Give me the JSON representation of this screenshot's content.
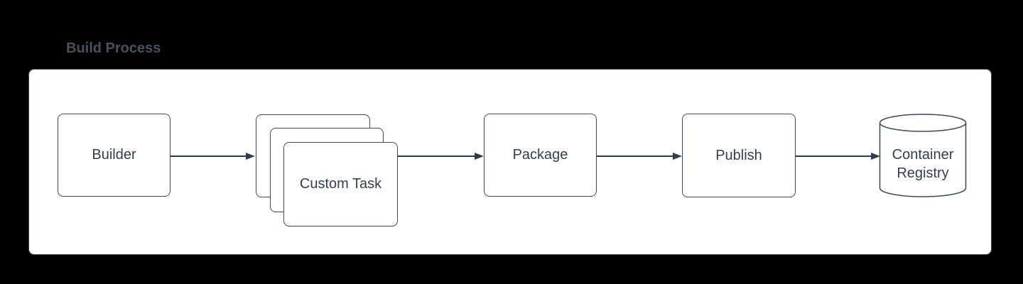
{
  "diagram": {
    "title": "Build Process",
    "nodes": [
      {
        "id": "builder",
        "label": "Builder",
        "shape": "rounded-rect"
      },
      {
        "id": "custom-task",
        "label": "Custom Task",
        "shape": "stacked-rounded-rect",
        "stack_count": 3
      },
      {
        "id": "package",
        "label": "Package",
        "shape": "rounded-rect"
      },
      {
        "id": "publish",
        "label": "Publish",
        "shape": "rounded-rect"
      },
      {
        "id": "container-registry",
        "label": "Container Registry",
        "shape": "cylinder"
      }
    ],
    "edges": [
      {
        "from": "builder",
        "to": "custom-task",
        "style": "solid-arrow"
      },
      {
        "from": "custom-task",
        "to": "package",
        "style": "solid-arrow"
      },
      {
        "from": "package",
        "to": "publish",
        "style": "solid-arrow"
      },
      {
        "from": "publish",
        "to": "container-registry",
        "style": "solid-arrow"
      }
    ],
    "colors": {
      "background": "#000000",
      "canvas_fill": "#ffffff",
      "node_fill": "#ffffff",
      "stroke": "#3f4854",
      "connector": "#333b49",
      "node_text": "#333e4e",
      "title_text": "#47525e"
    }
  }
}
